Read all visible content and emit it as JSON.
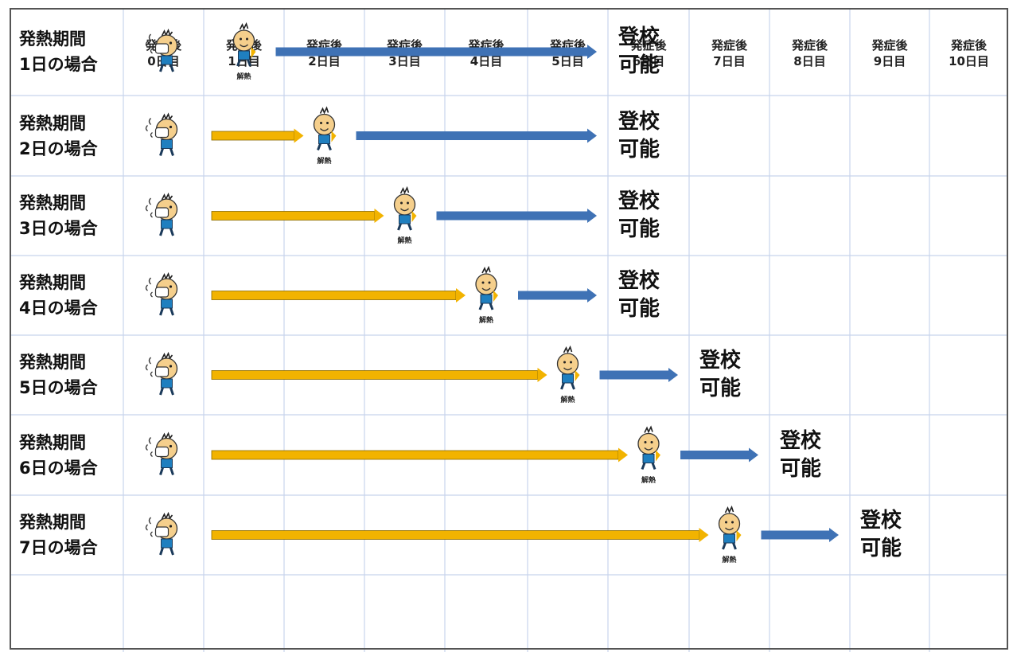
{
  "headers": [
    {
      "line1": "発症後",
      "line2": "0日目"
    },
    {
      "line1": "発症後",
      "line2": "1日目"
    },
    {
      "line1": "発症後",
      "line2": "2日目"
    },
    {
      "line1": "発症後",
      "line2": "3日目"
    },
    {
      "line1": "発症後",
      "line2": "4日目"
    },
    {
      "line1": "発症後",
      "line2": "5日目"
    },
    {
      "line1": "発症後",
      "line2": "6日目"
    },
    {
      "line1": "発症後",
      "line2": "7日目"
    },
    {
      "line1": "発症後",
      "line2": "8日目"
    },
    {
      "line1": "発症後",
      "line2": "9日目"
    },
    {
      "line1": "発症後",
      "line2": "10日目"
    }
  ],
  "rows": [
    {
      "line1": "発熱期間",
      "line2": "1日の場合",
      "fever_days": 1,
      "school_day": 6
    },
    {
      "line1": "発熱期間",
      "line2": "2日の場合",
      "fever_days": 2,
      "school_day": 6
    },
    {
      "line1": "発熱期間",
      "line2": "3日の場合",
      "fever_days": 3,
      "school_day": 6
    },
    {
      "line1": "発熱期間",
      "line2": "4日の場合",
      "fever_days": 4,
      "school_day": 6
    },
    {
      "line1": "発熱期間",
      "line2": "5日の場合",
      "fever_days": 5,
      "school_day": 7
    },
    {
      "line1": "発熱期間",
      "line2": "6日の場合",
      "fever_days": 6,
      "school_day": 8
    },
    {
      "line1": "発熱期間",
      "line2": "7日の場合",
      "fever_days": 7,
      "school_day": 9
    }
  ],
  "labels": {
    "fever_end": "解熱",
    "school_ok_line1": "登校",
    "school_ok_line2": "可能"
  },
  "icons": {
    "sick": "masked-sick-person-icon",
    "recovered": "recovered-person-icon"
  },
  "colors": {
    "fever_arrow": "#f2b300",
    "wait_arrow": "#3f72b5",
    "grid": "#c8d4ec"
  }
}
